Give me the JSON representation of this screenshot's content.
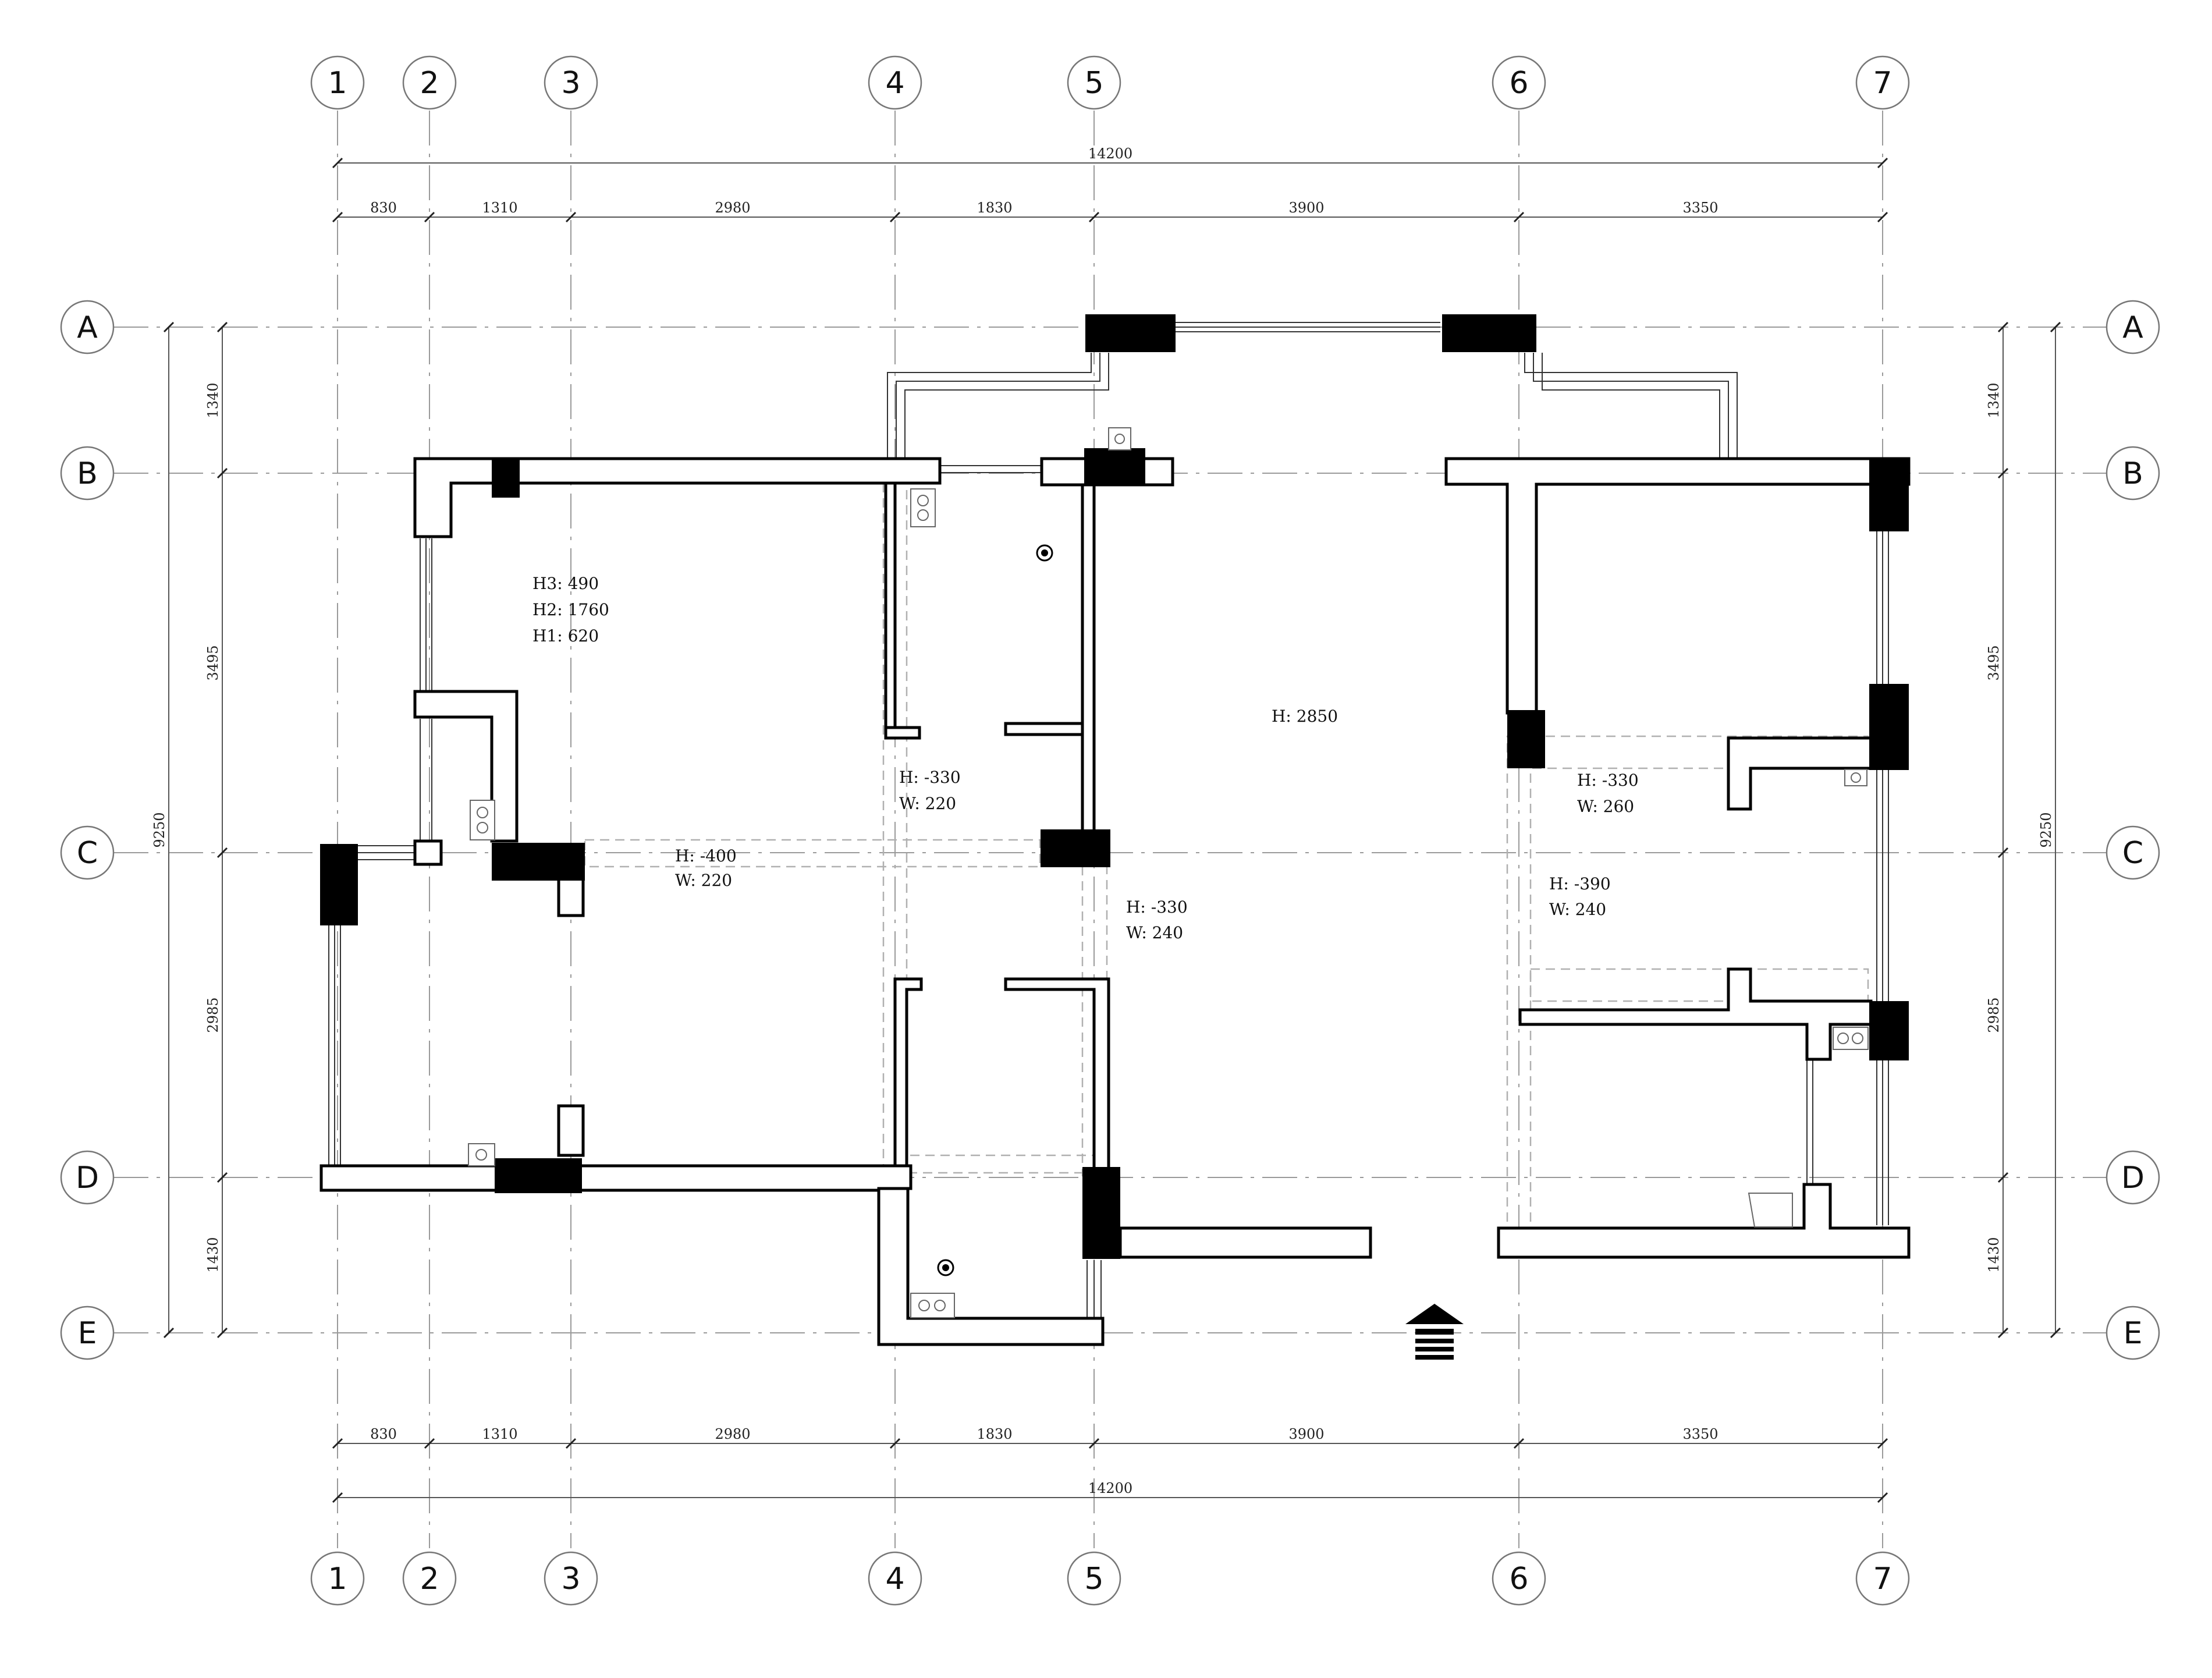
{
  "columns": [
    "1",
    "2",
    "3",
    "4",
    "5",
    "6",
    "7"
  ],
  "rows": [
    "A",
    "B",
    "C",
    "D",
    "E"
  ],
  "top_dims": {
    "total": "14200",
    "segments": [
      "830",
      "1310",
      "2980",
      "1830",
      "3900",
      "3350"
    ]
  },
  "bottom_dims": {
    "total": "14200",
    "segments": [
      "830",
      "1310",
      "2980",
      "1830",
      "3900",
      "3350"
    ]
  },
  "left_dims": {
    "total": "9250",
    "segments": [
      "1340",
      "3495",
      "2985",
      "1430"
    ]
  },
  "right_dims": {
    "total": "9250",
    "segments": [
      "1340",
      "3495",
      "2985",
      "1430"
    ]
  },
  "notes": {
    "window_heights": [
      "H3: 490",
      "H2: 1760",
      "H1: 620"
    ],
    "ceiling": "H: 2850",
    "beam_c_left": [
      "H: -400",
      "W: 220"
    ],
    "beam_4": [
      "H: -330",
      "W: 220"
    ],
    "beam_5": [
      "H: -330",
      "W: 240"
    ],
    "beam_6_upper": [
      "H: -330",
      "W: 260"
    ],
    "beam_6_lower": [
      "H: -390",
      "W: 240"
    ]
  }
}
